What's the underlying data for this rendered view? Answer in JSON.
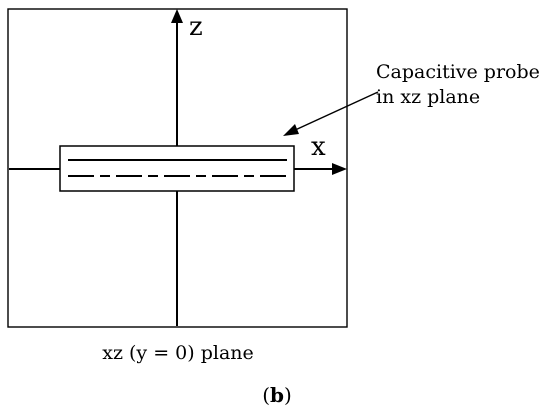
{
  "diagram": {
    "axes": {
      "z_label": "z",
      "x_label": "x"
    },
    "probe_callout": {
      "line1": "Capacitive probe",
      "line2": "in xz plane"
    },
    "plane_caption": "xz (y = 0) plane",
    "figure_label": {
      "open": "(",
      "letter": "b",
      "close": ")"
    },
    "colors": {
      "ink": "#000000",
      "background": "#ffffff"
    }
  }
}
